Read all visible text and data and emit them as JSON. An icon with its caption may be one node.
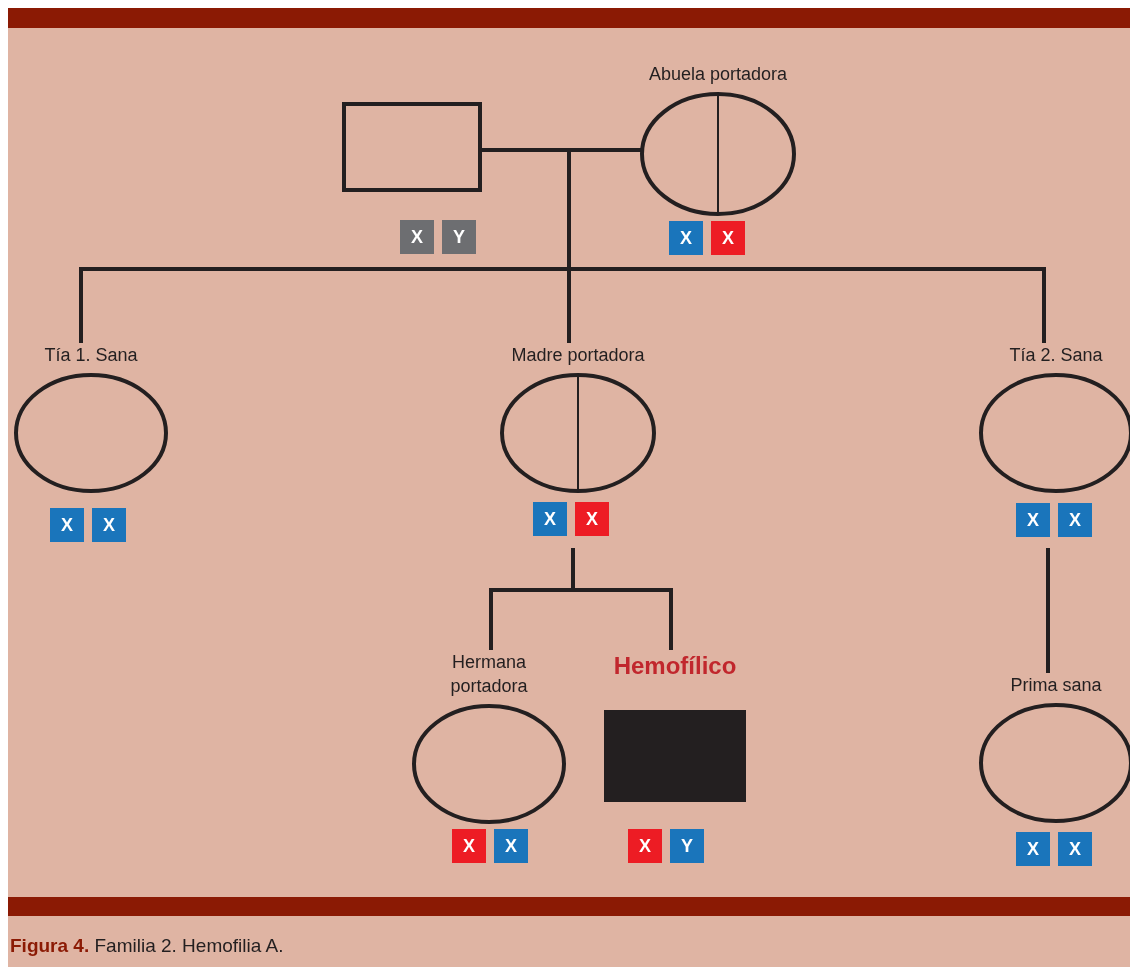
{
  "diagram": {
    "caption": "**Figura 4.** Familia 2. Hemofilia A.",
    "nodes": [
      {
        "text": [],
        "shape": "box",
        "beside": [
          "X",
          "Y"
        ]
      },
      {
        "text": [
          "Abuela portadora"
        ],
        "beside": [
          "X",
          "X"
        ]
      },
      {
        "text": [
          "Tía 1. Sana"
        ],
        "beside": [
          "X",
          "X"
        ]
      },
      {
        "text": [
          "Madre portadora"
        ],
        "beside": [
          "X",
          "X"
        ]
      },
      {
        "text": [
          "Tía 2. Sana"
        ],
        "beside": [
          "X",
          "X"
        ]
      },
      {
        "text": [
          "Hermana portadora"
        ],
        "beside": [
          "X",
          "X"
        ]
      },
      {
        "text": [
          "Hemofílico"
        ],
        "beside": [
          "X",
          "Y"
        ]
      },
      {
        "text": [
          "Prima sana"
        ],
        "beside": [
          "X",
          "X"
        ]
      }
    ],
    "edges": [
      {
        "from": 0,
        "to": 1,
        "arrow": "none"
      },
      {
        "from": 1,
        "to": 2,
        "arrow": "none"
      },
      {
        "from": 1,
        "to": 3,
        "arrow": "none"
      },
      {
        "from": 1,
        "to": 4,
        "arrow": "none"
      },
      {
        "from": 3,
        "to": 5,
        "arrow": "none"
      },
      {
        "from": 3,
        "to": 6,
        "arrow": "none"
      },
      {
        "from": 4,
        "to": 7,
        "arrow": "none"
      }
    ]
  }
}
